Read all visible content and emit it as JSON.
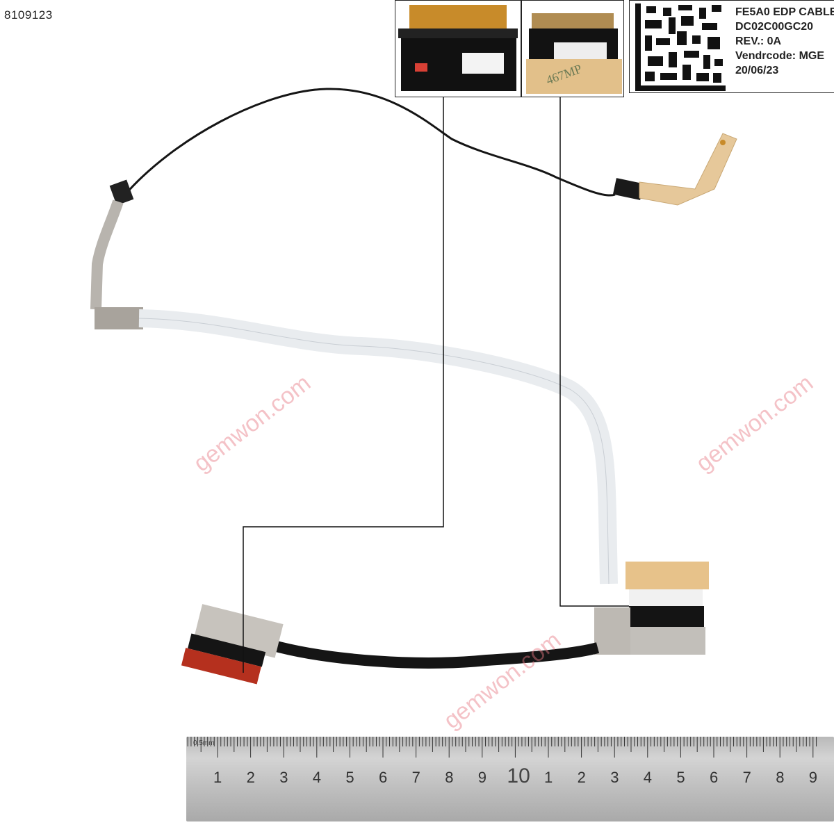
{
  "sku": "8109123",
  "label": {
    "lines": [
      "FE5A0 EDP CABLE",
      "DC02C00GC20",
      "REV.: 0A",
      "Vendrcode: MGE",
      "20/06/23"
    ]
  },
  "watermark": "gemwon.com",
  "ruler": {
    "unit_label": "0.5mm",
    "numbers": [
      "1",
      "2",
      "3",
      "4",
      "5",
      "6",
      "7",
      "8",
      "9",
      "10",
      "1",
      "2",
      "3",
      "4",
      "5",
      "6",
      "7",
      "8",
      "9"
    ]
  },
  "tape_text": "467MP",
  "colors": {
    "cable_black": "#151515",
    "ffc_white": "#e9ecef",
    "foil_gray": "#b8b4ae",
    "connector_gold": "#c88b2a",
    "kapton": "#e7c28a",
    "red_tab": "#b5301e"
  }
}
